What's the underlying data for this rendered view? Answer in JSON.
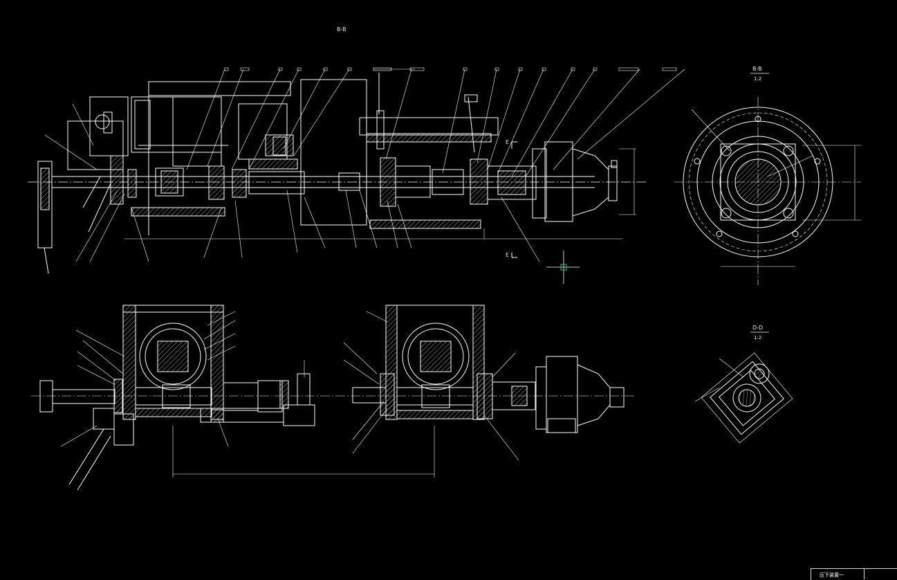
{
  "drawing": {
    "main_section_label": "B-B",
    "side_view_label": "B-B",
    "side_view_scale": "1:2",
    "detail_view_label": "D-D",
    "detail_view_scale": "1:2",
    "section_marker_e_top": "E",
    "section_marker_e_bottom": "E"
  },
  "title_block": {
    "name": "压下装置一"
  },
  "colors": {
    "background": "#000000",
    "line": "#ffffff",
    "cursor": "#2ecc71"
  }
}
